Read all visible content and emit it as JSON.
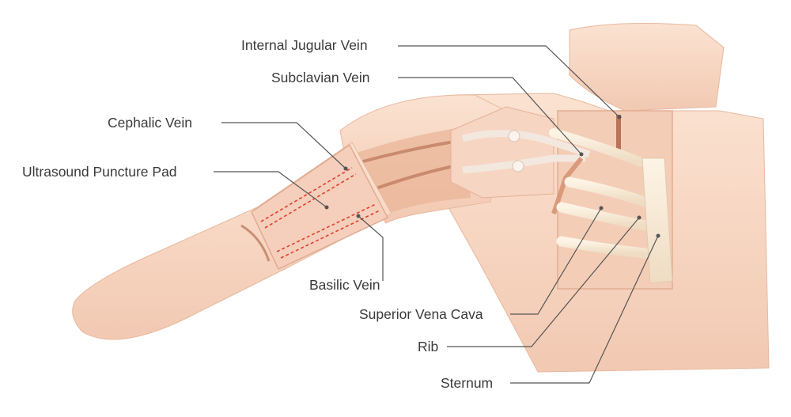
{
  "labels": {
    "internal_jugular_vein": "Internal Jugular Vein",
    "subclavian_vein": "Subclavian Vein",
    "cephalic_vein": "Cephalic Vein",
    "ultrasound_puncture_pad": "Ultrasound Puncture Pad",
    "basilic_vein": "Basilic Vein",
    "superior_vena_cava": "Superior Vena Cava",
    "rib": "Rib",
    "sternum": "Sternum"
  },
  "colors": {
    "skin": "#f7d7c2",
    "skin_shadow": "#eebfa6",
    "bone": "#f8ecd8",
    "vessel": "#c98a6e",
    "tube": "#f3e8df",
    "pad_dash": "#e0402c",
    "leader": "#555555"
  }
}
